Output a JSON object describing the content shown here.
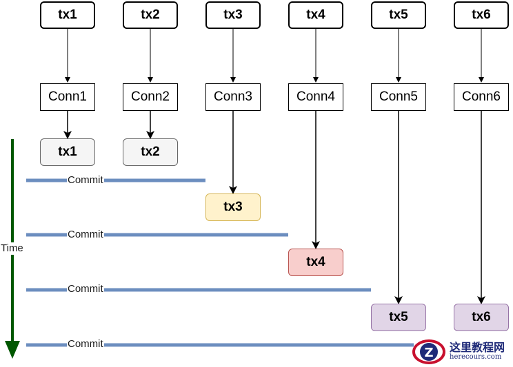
{
  "transactions": [
    {
      "label": "tx1"
    },
    {
      "label": "tx2"
    },
    {
      "label": "tx3"
    },
    {
      "label": "tx4"
    },
    {
      "label": "tx5"
    },
    {
      "label": "tx6"
    }
  ],
  "connections": [
    {
      "label": "Conn1"
    },
    {
      "label": "Conn2"
    },
    {
      "label": "Conn3"
    },
    {
      "label": "Conn4"
    },
    {
      "label": "Conn5"
    },
    {
      "label": "Conn6"
    }
  ],
  "executed": [
    {
      "label": "tx1",
      "fill": "#f5f5f5",
      "stroke": "#666666"
    },
    {
      "label": "tx2",
      "fill": "#f5f5f5",
      "stroke": "#666666"
    },
    {
      "label": "tx3",
      "fill": "#fff2cc",
      "stroke": "#d6b656"
    },
    {
      "label": "tx4",
      "fill": "#f8cecc",
      "stroke": "#b85450"
    },
    {
      "label": "tx5",
      "fill": "#e1d5e7",
      "stroke": "#9673a6"
    },
    {
      "label": "tx6",
      "fill": "#e1d5e7",
      "stroke": "#9673a6"
    }
  ],
  "commits": [
    {
      "label": "Commit"
    },
    {
      "label": "Commit"
    },
    {
      "label": "Commit"
    },
    {
      "label": "Commit"
    }
  ],
  "time_axis": {
    "label": "Time",
    "color": "#005700"
  },
  "commit_line_color": "#6c8ebf",
  "watermark": {
    "cn": "这里教程网",
    "en": "herecours.com"
  }
}
